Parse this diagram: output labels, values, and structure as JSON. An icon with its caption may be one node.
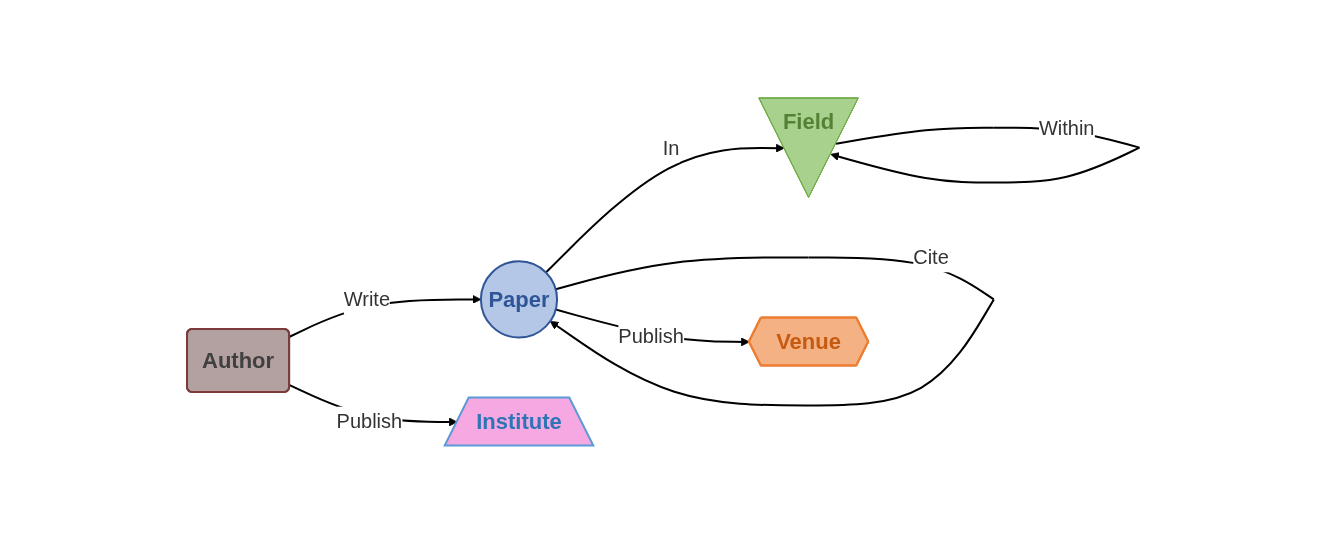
{
  "diagram": {
    "nodes": [
      {
        "text": [
          "Field"
        ]
      },
      {
        "text": [
          "Paper"
        ]
      },
      {
        "text": [
          "Author"
        ]
      },
      {
        "text": [
          "Institute"
        ]
      },
      {
        "text": [
          "Venue"
        ]
      }
    ],
    "edges": [
      {
        "from": 1,
        "to": 0,
        "arrow": "to",
        "label": "In"
      },
      {
        "from": 0,
        "to": 0,
        "arrow": "to",
        "label": "Within"
      },
      {
        "from": 1,
        "to": 1,
        "arrow": "to",
        "label": "Cite"
      },
      {
        "from": 2,
        "to": 1,
        "arrow": "to",
        "label": "Write"
      },
      {
        "from": 2,
        "to": 3,
        "arrow": "to",
        "label": "Publish"
      },
      {
        "from": 1,
        "to": 4,
        "arrow": "to",
        "label": "Publish"
      }
    ]
  }
}
